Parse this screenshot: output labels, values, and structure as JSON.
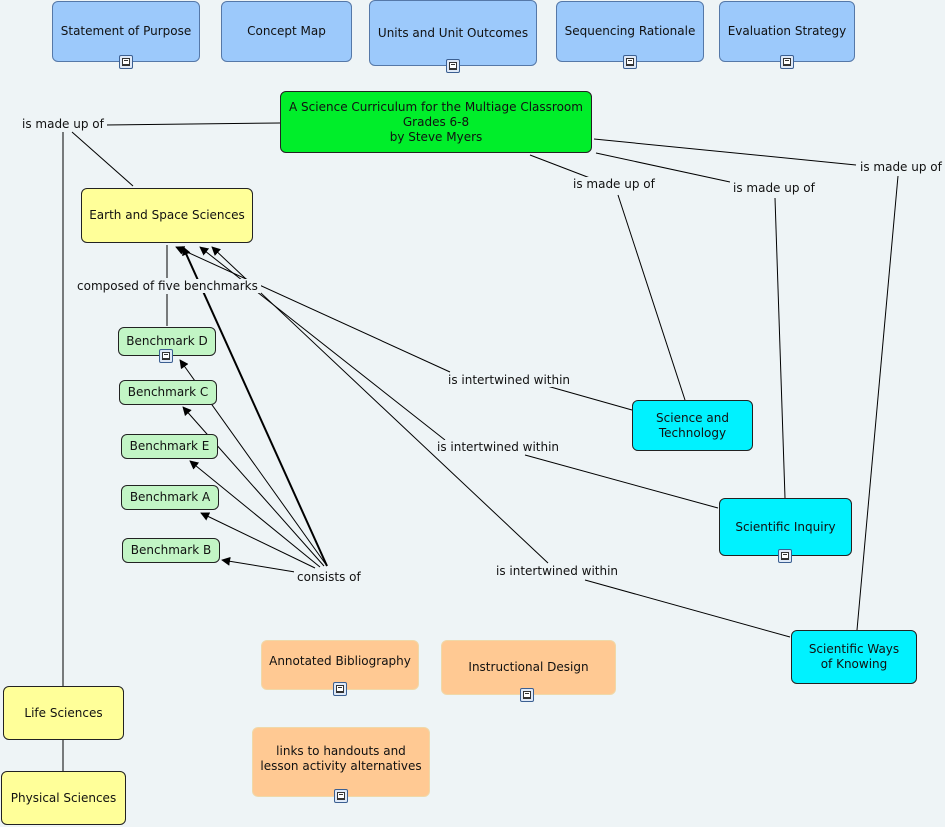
{
  "nodes": {
    "statement_of_purpose": "Statement of Purpose",
    "concept_map": "Concept Map",
    "units_and_unit_outcomes": "Units and Unit Outcomes",
    "sequencing_rationale": "Sequencing Rationale",
    "evaluation_strategy": "Evaluation Strategy",
    "main_title": "A Science Curriculum for the Multiage Classroom\nGrades 6-8\nby Steve Myers",
    "earth_space": "Earth and Space Sciences",
    "benchmark_d": "Benchmark D",
    "benchmark_c": "Benchmark C",
    "benchmark_e": "Benchmark E",
    "benchmark_a": "Benchmark A",
    "benchmark_b": "Benchmark B",
    "science_technology": "Science and\nTechnology",
    "scientific_inquiry": "Scientific Inquiry",
    "scientific_ways": "Scientific Ways\nof Knowing",
    "life_sciences": "Life Sciences",
    "physical_sciences": "Physical Sciences",
    "annotated_bibliography": "Annotated Bibliography",
    "instructional_design": "Instructional Design",
    "links_handouts": "links to handouts and\nlesson activity alternatives"
  },
  "link_labels": {
    "made_up_left": "is made up of",
    "made_up_1": "is made up of",
    "made_up_2": "is made up of",
    "made_up_3": "is made up of",
    "composed": "composed of five benchmarks",
    "consists": "consists of",
    "intertwined_1": "is intertwined within",
    "intertwined_2": "is intertwined within",
    "intertwined_3": "is intertwined within"
  },
  "colors": {
    "nav_nodes": "#9cc9fb",
    "root_node": "#00ee2a",
    "science_area_nodes": "#ffff99",
    "benchmark_nodes": "#c2f5c5",
    "strand_nodes": "#00f2ff",
    "resource_nodes": "#ffc993",
    "background": "#eef4f6"
  },
  "icons": {
    "resource_attachment": "document-icon"
  }
}
